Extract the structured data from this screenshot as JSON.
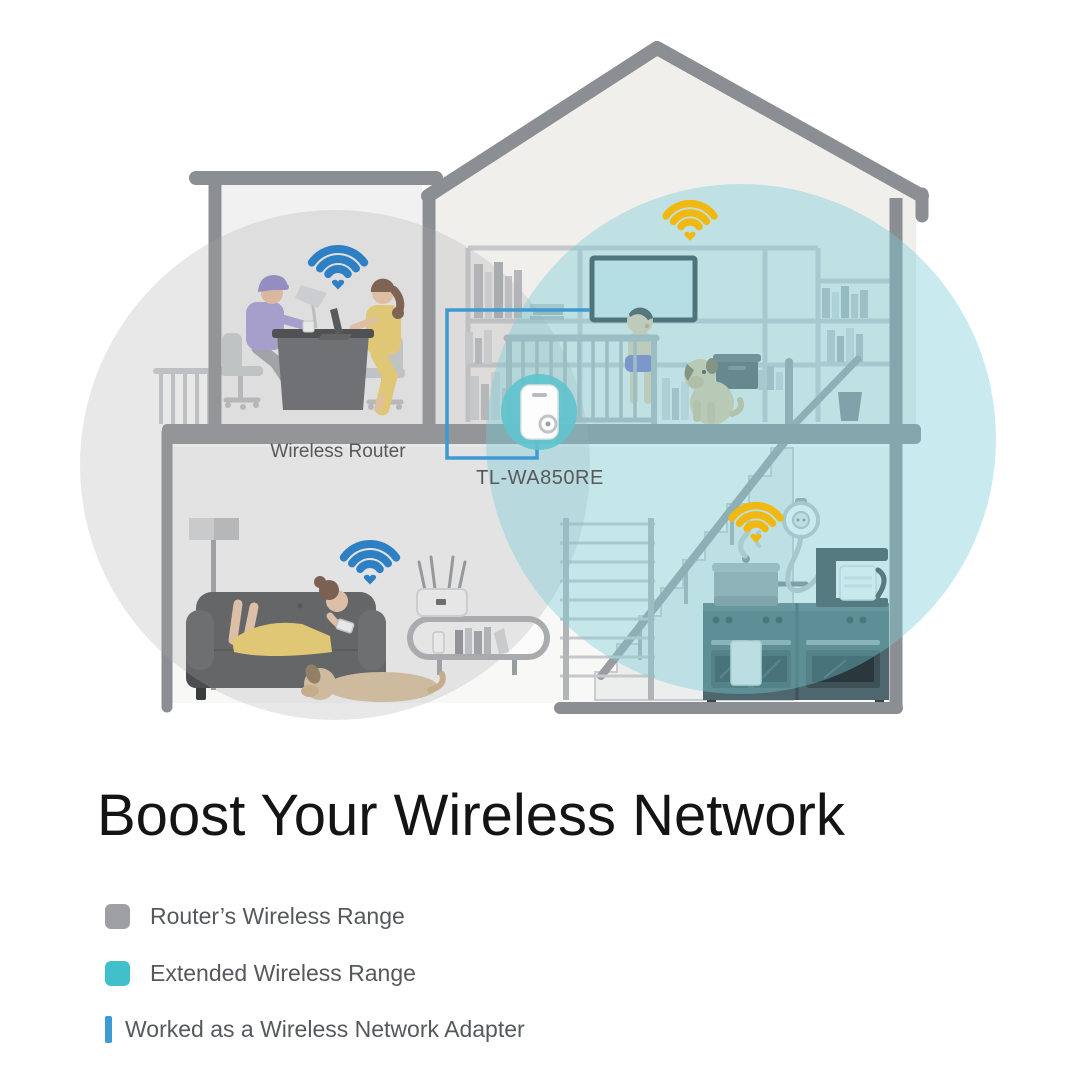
{
  "heading": {
    "title": "Boost Your Wireless Network"
  },
  "illustration": {
    "labels": {
      "router": "Wireless Router",
      "extender_model": "TL-WA850RE"
    },
    "icons": [
      {
        "name": "wifi-signal-study",
        "color": "#2e7fc4"
      },
      {
        "name": "wifi-signal-living-room",
        "color": "#2e7fc4"
      },
      {
        "name": "wifi-signal-playroom",
        "color": "#f0b811"
      },
      {
        "name": "wifi-signal-kitchen",
        "color": "#f0b811"
      }
    ],
    "colors": {
      "structure_gray": "#8b8e92",
      "router_range_fill": "#aaabaf",
      "extended_range_fill": "#79ccd6",
      "extender_circle": "#5fc3ce",
      "adapter_line_blue": "#3e9ad2",
      "wifi_blue": "#2e7fc4",
      "wifi_yellow": "#f0b811"
    }
  },
  "legend": {
    "items": [
      {
        "id": "router-range",
        "swatch": "gray-square",
        "color": "#9d9fa2",
        "label": "Router’s Wireless Range"
      },
      {
        "id": "extended-range",
        "swatch": "teal-square",
        "color": "#41c0cb",
        "label": "Extended Wireless Range"
      },
      {
        "id": "network-adapter",
        "swatch": "blue-bar",
        "color": "#3e9ad2",
        "label": "Worked as a Wireless Network Adapter"
      }
    ]
  }
}
